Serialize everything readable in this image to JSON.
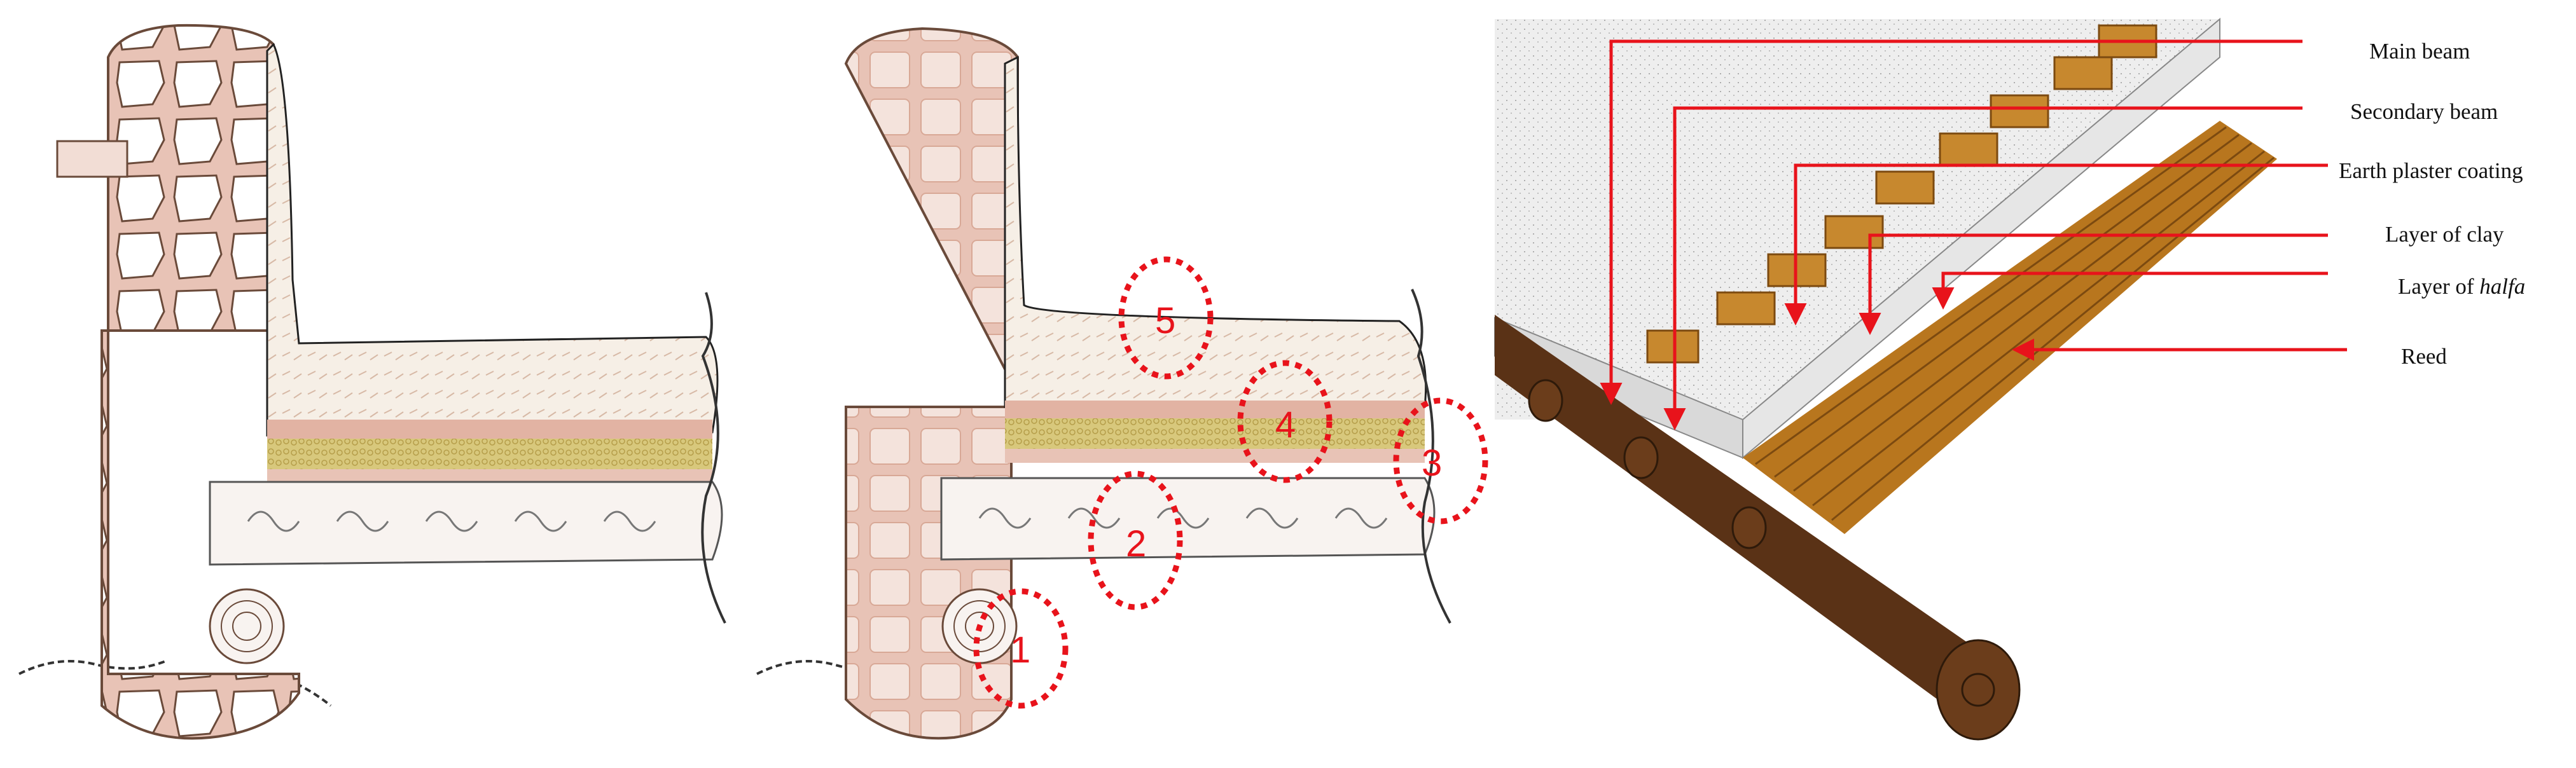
{
  "panel_left": {},
  "panel_middle": {
    "markers": [
      "1",
      "2",
      "3",
      "4",
      "5"
    ]
  },
  "panel_right": {
    "labels": {
      "main_beam": "Main beam",
      "secondary_beam": "Secondary beam",
      "earth_plaster_coating": "Earth plaster coating",
      "layer_of_clay": "Layer of clay",
      "layer_of_halfa_prefix": "Layer of ",
      "layer_of_halfa_italic": "halfa",
      "reed": "Reed"
    }
  },
  "colors": {
    "wall_fill": "#e8c3b6",
    "wall_outline": "#6a4a3a",
    "plaster_fill": "#f6efe6",
    "halfa_fill": "#d8c87c",
    "clay_band": "#e2b3a3",
    "beam_fill": "#f8f3f0",
    "marker_red": "#e8131b",
    "leader_red": "#e8131b",
    "main_beam_brown": "#5a3216",
    "reed_gold": "#b8761e",
    "plank_gold": "#c7882e",
    "slab_grey": "#d9d9d9"
  }
}
